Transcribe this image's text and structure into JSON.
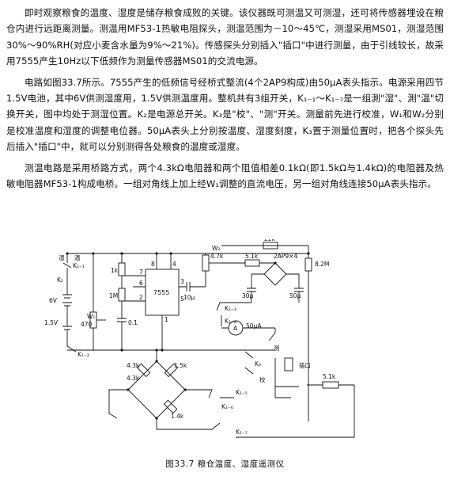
{
  "article": {
    "paragraphs": [
      "即时观察粮食的温度、湿度是储存粮食成败的关键。该仪器既可测温又可测湿，还可将传感器埋设在粮仓内进行远距离测量。测温用MF53-1热敏电阻探头，测温范围为－10～45℃，测湿采用MS01，测湿范围30%～90%RH(对应小麦含水量为9%～21%)。传感探头分别插入\"插口\"中进行测量，由于引线较长，故采用7555产生10Hz以下低频作为测量传感器MS01的交流电源。",
      "电路如图33.7所示。7555产生的低频信号经桥式整流(4个2AP9构成)由50μA表头指示。电源采用四节1.5V电池，其中6V供测湿度用，1.5V供测温度用。整机共有3组开关，K₁₋₁～K₁₋₇是一组測\"湿\"、測\"温\"切换开关，图中均处于测湿位置。K₂是电源总开关。K₃是\"校\"、\"测\"开关。测量前先进行校准，W₁和W₂分别是校准温度和湿度的调整电位器。50μA表头上分别按温度、湿度刻度，K₃置于测量位置时，把各个探头先后插入\"插口\"中，就可以分别测得各处粮食的温度或湿度。",
      "测温电路是采用桥路方式，两个4.3kΩ电阻器和两个阻值相差0.1kΩ(即1.5kΩ与1.4kΩ)的电阻器及热敏电阻器MF53-1构成电桥。一组对角线上加上经W₁调整的直流电压，另一组对角线连接50μA表头指示。"
    ]
  },
  "figure": {
    "caption": "图33.7  粮仓温度、湿度遥测仪",
    "labels": {
      "shi": "湿",
      "wen": "温",
      "k1_1": "K₁₋₁",
      "k2": "K₂",
      "v6": "6V",
      "v15": "1.5V",
      "k1_2": "K₁₋₂",
      "w1": "W₁",
      "r470": "470",
      "r1k": "1k",
      "r1m": "1M",
      "c01": "0.1",
      "ic": "7555",
      "p8": "8",
      "p4": "4",
      "p7": "7",
      "p3": "3",
      "p6": "6",
      "p2": "2",
      "p5": "5",
      "p1": "1",
      "c10u": "10μ",
      "w2": "W₂",
      "w2val": "4.7k",
      "r22k": "22k",
      "r51k_top": "5.1k",
      "bridge": "2AP9×4",
      "r82m": "8.2M",
      "c30u": "30μ",
      "c50u": "50μ",
      "k1_3": "K₁₋₃",
      "k1_4": "K₁₋₄",
      "meter": "50μA",
      "meter_sym": "A",
      "ce": "测",
      "jiao": "校",
      "k3": "K₃",
      "chakou": "插口",
      "r43k_a": "4.3k",
      "r15k": "1.5k",
      "r43k_b": "4.3k",
      "r14k": "1.4k",
      "k1_5": "K₁₋₅",
      "k1_6": "K₁₋₆",
      "r51k": "5.1k",
      "k1_7": "K₁₋₇"
    }
  }
}
